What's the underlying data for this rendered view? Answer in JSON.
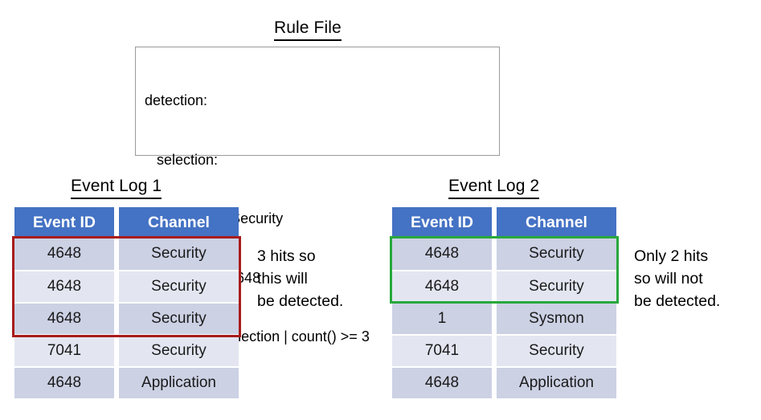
{
  "rule_file": {
    "title": "Rule File",
    "lines": [
      "detection:",
      "   selection:",
      "      Channel: Security",
      "      EventID: 4648",
      "   condition: selection | count() >= 3"
    ]
  },
  "logs": [
    {
      "title": "Event Log 1",
      "columns": [
        "Event ID",
        "Channel"
      ],
      "rows": [
        {
          "event_id": "4648",
          "channel": "Security"
        },
        {
          "event_id": "4648",
          "channel": "Security"
        },
        {
          "event_id": "4648",
          "channel": "Security"
        },
        {
          "event_id": "7041",
          "channel": "Security"
        },
        {
          "event_id": "4648",
          "channel": "Application"
        }
      ],
      "highlight": {
        "name": "red-match-box",
        "color": "#a81c1c",
        "first_row": 1,
        "last_row": 3,
        "row_count": 3
      },
      "note": [
        "3 hits so",
        "this will",
        "be detected."
      ]
    },
    {
      "title": "Event Log 2",
      "columns": [
        "Event ID",
        "Channel"
      ],
      "rows": [
        {
          "event_id": "4648",
          "channel": "Security"
        },
        {
          "event_id": "4648",
          "channel": "Security"
        },
        {
          "event_id": "1",
          "channel": "Sysmon"
        },
        {
          "event_id": "7041",
          "channel": "Security"
        },
        {
          "event_id": "4648",
          "channel": "Application"
        }
      ],
      "highlight": {
        "name": "green-match-box",
        "color": "#27a83c",
        "first_row": 1,
        "last_row": 2,
        "row_count": 2
      },
      "note": [
        "Only 2 hits",
        "so will not",
        "be detected."
      ]
    }
  ],
  "colors": {
    "header_blue": "#4472c4",
    "row_shade_dark": "#ccd1e4",
    "row_shade_light": "#e3e6f1",
    "box_border": "#9a9a9a",
    "red_highlight": "#a81c1c",
    "green_highlight": "#27a83c",
    "background": "#ffffff"
  }
}
